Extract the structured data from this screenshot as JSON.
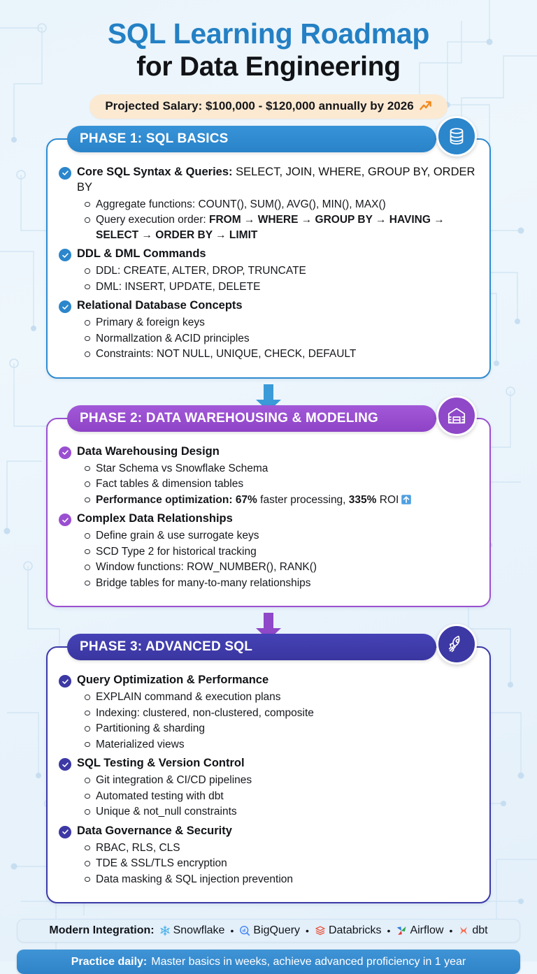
{
  "header": {
    "title_line1": "SQL Learning Roadmap",
    "title_line2": "for Data Engineering",
    "salary_badge": "Projected Salary: $100,000 - $120,000 annually by 2026",
    "salary_icon": "trending-up-icon",
    "title_color": "#2480c4",
    "badge_color": "#fce9d2"
  },
  "phases": [
    {
      "id": "phase-1",
      "heading": "PHASE 1: SQL BASICS",
      "badge_icon": "database-icon",
      "accent": "#2e8bd0",
      "topics": [
        {
          "title": "Core SQL Syntax & Queries:",
          "title_rest": " SELECT, JOIN, WHERE, GROUP BY, ORDER BY",
          "items": [
            "Aggregate functions: COUNT(), SUM(), AVG(), MIN(), MAX()",
            "Query execution order: FROM → WHERE → GROUP BY → HAVING → SELECT → ORDER BY → LIMIT"
          ]
        },
        {
          "title": "DDL & DML Commands",
          "title_rest": "",
          "items": [
            "DDL: CREATE, ALTER, DROP, TRUNCATE",
            "DML: INSERT, UPDATE, DELETE"
          ]
        },
        {
          "title": "Relational Database Concepts",
          "title_rest": "",
          "items": [
            "Primary & foreign keys",
            "Normallzation & ACID principles",
            "Constraints: NOT NULL, UNIQUE, CHECK, DEFAULT"
          ]
        }
      ]
    },
    {
      "id": "phase-2",
      "heading": "PHASE 2: DATA WAREHOUSING & MODELING",
      "badge_icon": "warehouse-icon",
      "accent": "#9a4fd0",
      "topics": [
        {
          "title": "Data Warehousing Design",
          "title_rest": "",
          "items": [
            "Star Schema vs Snowflake Schema",
            "Fact tables & dimension tables",
            "Performance optimization: 67% faster processing, 335% ROI"
          ]
        },
        {
          "title": "Complex Data Relationships",
          "title_rest": "",
          "items": [
            "Define grain & use surrogate keys",
            "SCD Type 2 for historical tracking",
            "Window functions: ROW_NUMBER(), RANK()",
            "Bridge tables for many-to-many relationships"
          ]
        }
      ]
    },
    {
      "id": "phase-3",
      "heading": "PHASE 3: ADVANCED SQL",
      "badge_icon": "rocket-icon",
      "accent": "#3b3aa8",
      "topics": [
        {
          "title": "Query Optimization & Performance",
          "title_rest": "",
          "items": [
            "EXPLAIN command & execution plans",
            "Indexing: clustered, non-clustered, composite",
            "Partitioning & sharding",
            "Materialized views"
          ]
        },
        {
          "title": "SQL Testing & Version Control",
          "title_rest": "",
          "items": [
            "Git integration & CI/CD pipelines",
            "Automated testing with dbt",
            "Unique & not_null constraints"
          ]
        },
        {
          "title": "Data Governance & Security",
          "title_rest": "",
          "items": [
            "RBAC, RLS, CLS",
            "TDE & SSL/TLS encryption",
            "Data masking & SQL injection prevention"
          ]
        }
      ]
    }
  ],
  "phase2_metrics": {
    "perf_label": "Performance optimization:",
    "perf_value": "67%",
    "perf_mid": " faster processing, ",
    "roi_value": "335%",
    "roi_suffix": " ROI",
    "roi_icon": "arrow-up-box-icon"
  },
  "footer": {
    "integration_label": "Modern Integration:",
    "tools": [
      {
        "name": "Snowflake",
        "icon": "snowflake-icon",
        "color": "#4fb3e8"
      },
      {
        "name": "BigQuery",
        "icon": "bigquery-icon",
        "color": "#4285f4"
      },
      {
        "name": "Databricks",
        "icon": "databricks-icon",
        "color": "#e8533a"
      },
      {
        "name": "Airflow",
        "icon": "airflow-icon",
        "color": "#2ca44e"
      },
      {
        "name": "dbt",
        "icon": "dbt-icon",
        "color": "#ff694a"
      }
    ],
    "separator": "•",
    "practice_label": "Practice daily:",
    "practice_text": "Master basics in weeks, achieve advanced proficiency in 1 year"
  },
  "connectors": [
    {
      "from": "phase-1",
      "to": "phase-2",
      "color": "#3b9ad8"
    },
    {
      "from": "phase-2",
      "to": "phase-3",
      "color": "#8e48c8"
    }
  ]
}
